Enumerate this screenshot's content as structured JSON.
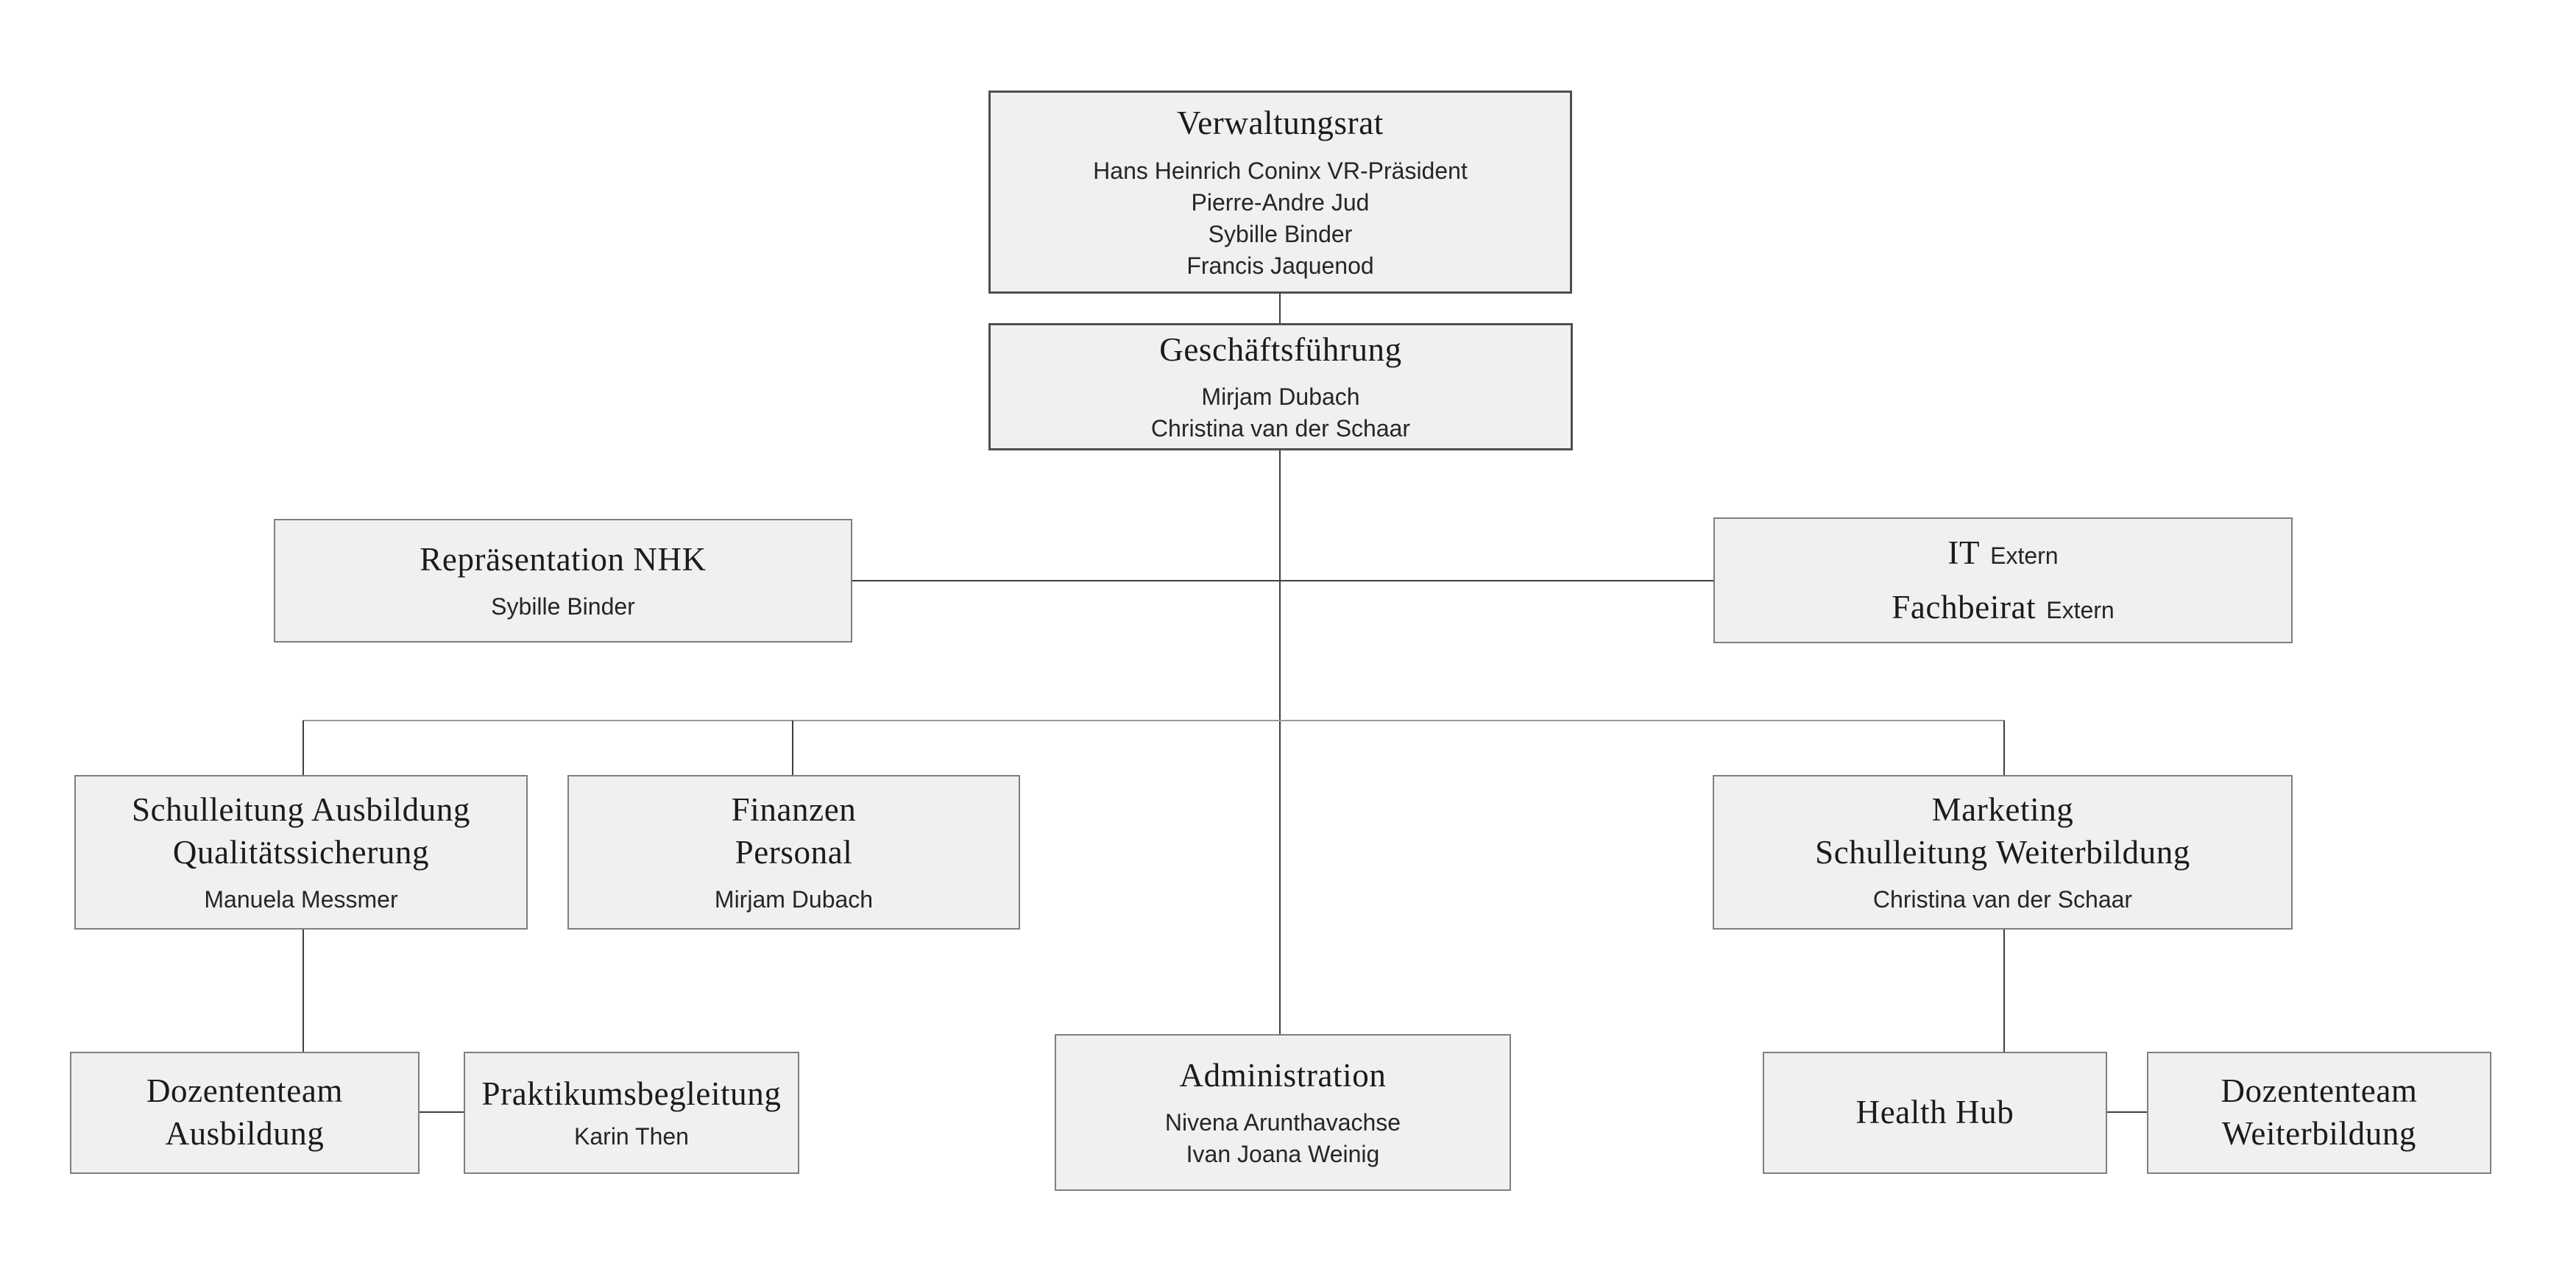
{
  "palette": {
    "box_fill": "#f0f0f0",
    "box_border": "#7f7f7f",
    "box_border_heavy": "#4f4f4f",
    "line_dark": "#3f3f3f",
    "line_light": "#9a9a9a",
    "title_color": "#1b1b1b",
    "member_color": "#262626"
  },
  "boxes": {
    "verwaltungsrat": {
      "title": "Verwaltungsrat",
      "members": [
        "Hans Heinrich Coninx VR-Präsident",
        "Pierre-Andre Jud",
        "Sybille Binder",
        "Francis Jaquenod"
      ]
    },
    "geschaeftsfuehrung": {
      "title": "Geschäftsführung",
      "members": [
        "Mirjam Dubach",
        "Christina van der Schaar"
      ]
    },
    "repraesentation_nhk": {
      "title": "Repräsentation NHK",
      "members": [
        "Sybille Binder"
      ]
    },
    "it_fachbeirat": {
      "line1_main": "IT",
      "line1_tag": "Extern",
      "line2_main": "Fachbeirat",
      "line2_tag": "Extern"
    },
    "schulleitung_ausbildung": {
      "title_line1": "Schulleitung Ausbildung",
      "title_line2": "Qualitätssicherung",
      "members": [
        "Manuela Messmer"
      ]
    },
    "finanzen_personal": {
      "title_line1": "Finanzen",
      "title_line2": "Personal",
      "members": [
        "Mirjam Dubach"
      ]
    },
    "marketing_weiterbildung": {
      "title_line1": "Marketing",
      "title_line2": "Schulleitung Weiterbildung",
      "members": [
        "Christina van der Schaar"
      ]
    },
    "dozententeam_ausbildung": {
      "title_line1": "Dozententeam",
      "title_line2": "Ausbildung"
    },
    "praktikumsbegleitung": {
      "title": "Praktikumsbegleitung",
      "members": [
        "Karin Then"
      ]
    },
    "administration": {
      "title": "Administration",
      "members": [
        "Nivena Arunthavachse",
        "Ivan Joana Weinig"
      ]
    },
    "health_hub": {
      "title": "Health Hub"
    },
    "dozententeam_weiterbildung": {
      "title_line1": "Dozententeam",
      "title_line2": "Weiterbildung"
    }
  }
}
